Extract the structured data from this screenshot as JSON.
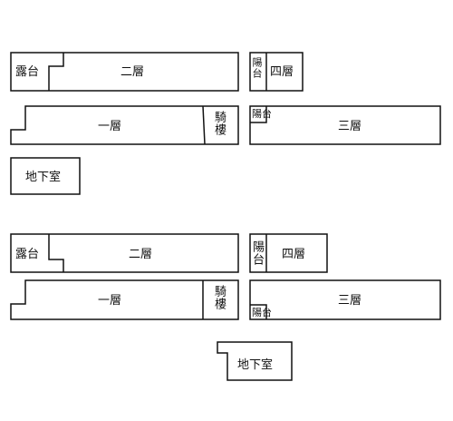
{
  "set_a": {
    "floor2": {
      "terrace": "露台",
      "name": "二層"
    },
    "floor4": {
      "balcony": "陽台",
      "name": "四層"
    },
    "floor1": {
      "name": "一層",
      "arcade": "騎樓"
    },
    "floor3": {
      "balcony": "陽台",
      "name": "三層"
    },
    "basement": {
      "name": "地下室"
    }
  },
  "set_b": {
    "floor2": {
      "terrace": "露台",
      "name": "二層"
    },
    "floor4": {
      "balcony": "陽台",
      "name": "四層"
    },
    "floor1": {
      "name": "一層",
      "arcade": "騎樓"
    },
    "floor3": {
      "balcony": "陽台",
      "name": "三層"
    },
    "basement": {
      "name": "地下室"
    }
  },
  "colors": {
    "line": "#111111",
    "background": "#ffffff"
  }
}
